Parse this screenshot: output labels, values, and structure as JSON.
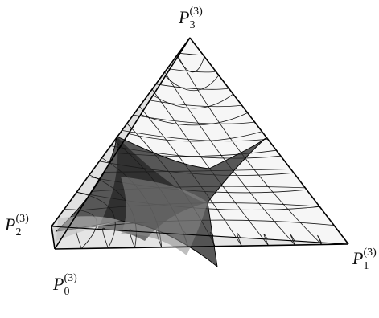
{
  "figure": {
    "vertices": [
      {
        "id": "P0",
        "base": "P",
        "sub": "0",
        "sup": "(3)"
      },
      {
        "id": "P1",
        "base": "P",
        "sub": "1",
        "sup": "(3)"
      },
      {
        "id": "P2",
        "base": "P",
        "sub": "2",
        "sup": "(3)"
      },
      {
        "id": "P3",
        "base": "P",
        "sub": "3",
        "sup": "(3)"
      }
    ]
  }
}
